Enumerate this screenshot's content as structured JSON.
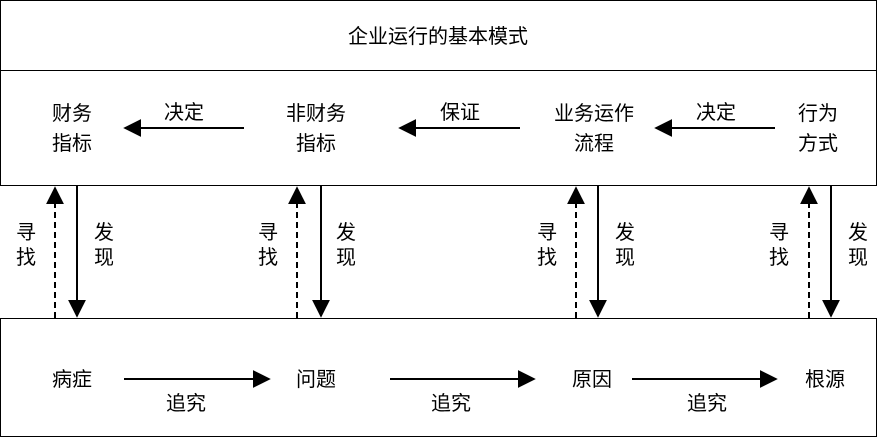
{
  "title": "企业运行的基本模式",
  "top_nodes": [
    {
      "line1": "财务",
      "line2": "指标"
    },
    {
      "line1": "非财务",
      "line2": "指标"
    },
    {
      "line1": "业务运作",
      "line2": "流程"
    },
    {
      "line1": "行为",
      "line2": "方式"
    }
  ],
  "top_edges": [
    "决定",
    "保证",
    "决定"
  ],
  "bottom_nodes": [
    "病症",
    "问题",
    "原因",
    "根源"
  ],
  "bottom_edges": [
    "追究",
    "追究",
    "追究"
  ],
  "vertical_pairs": [
    {
      "up_label": [
        "寻",
        "找"
      ],
      "down_label": [
        "发",
        "现"
      ]
    },
    {
      "up_label": [
        "寻",
        "找"
      ],
      "down_label": [
        "发",
        "现"
      ]
    },
    {
      "up_label": [
        "寻",
        "找"
      ],
      "down_label": [
        "发",
        "现"
      ]
    },
    {
      "up_label": [
        "寻",
        "找"
      ],
      "down_label": [
        "发",
        "现"
      ]
    }
  ]
}
